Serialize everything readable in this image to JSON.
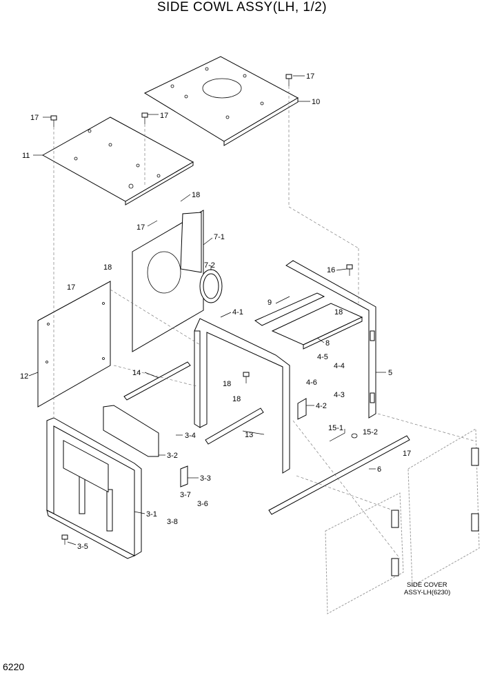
{
  "title": "SIDE COWL ASSY(LH, 1/2)",
  "page_number": "6220",
  "side_cover_note": [
    "SIDE COVER",
    "ASSY-LH(6230)"
  ],
  "labels": {
    "l17a": "17",
    "l10": "10",
    "l17b": "17",
    "l17c": "17",
    "l11": "11",
    "l18a": "18",
    "l17d": "17",
    "l71": "7-1",
    "l18b": "18",
    "l72": "7-2",
    "l17e": "17",
    "l16": "16",
    "l9": "9",
    "l41": "4-1",
    "l18c": "18",
    "l8": "8",
    "l12": "12",
    "l45": "4-5",
    "l44": "4-4",
    "l5": "5",
    "l14": "14",
    "l46": "4-6",
    "l18d": "18",
    "l18e": "18",
    "l43": "4-3",
    "l42": "4-2",
    "l34": "3-4",
    "l13": "13",
    "l151": "15-1",
    "l152": "15-2",
    "l17f": "17",
    "l32": "3-2",
    "l6": "6",
    "l33": "3-3",
    "l37": "3-7",
    "l36": "3-6",
    "l31": "3-1",
    "l38": "3-8",
    "l35": "3-5"
  }
}
